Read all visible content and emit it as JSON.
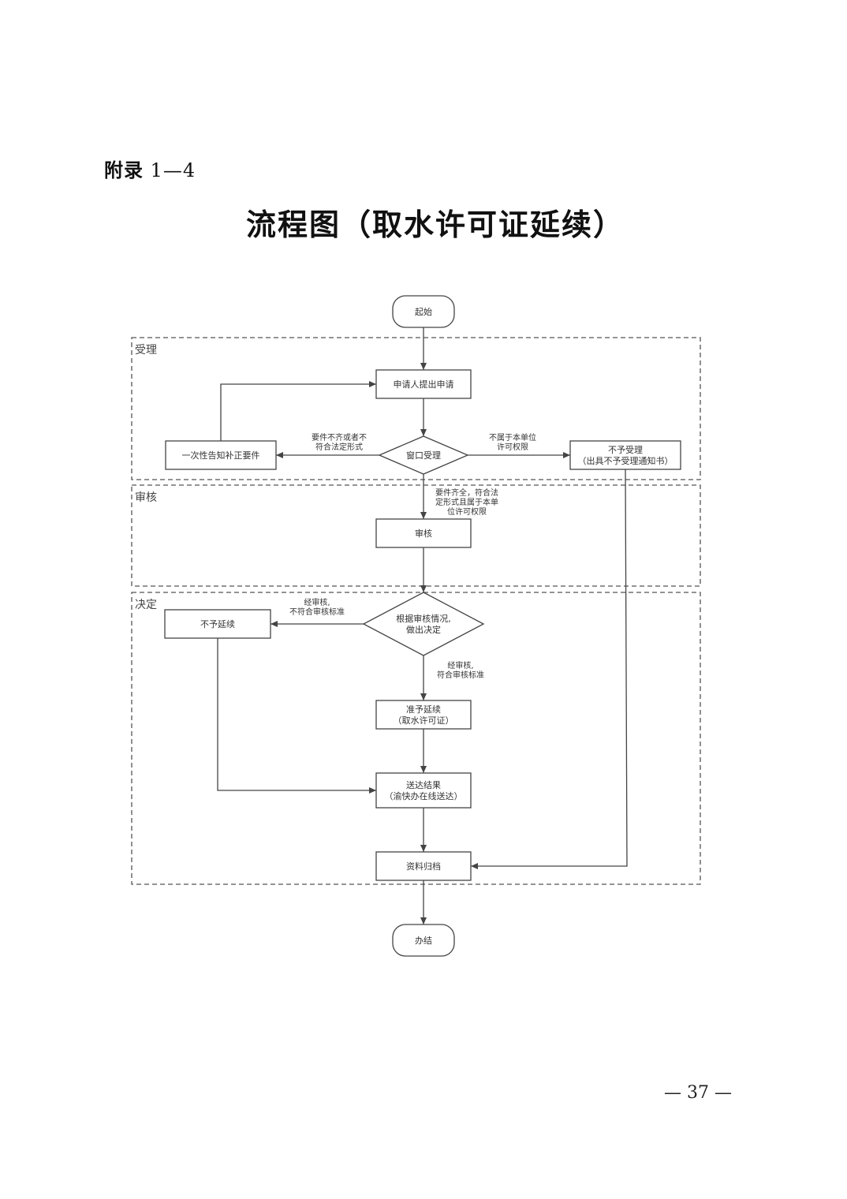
{
  "header": {
    "appendix_label_cn": "附录",
    "appendix_label_num": "1—4"
  },
  "title": "流程图（取水许可证延续）",
  "page_number": "— 37 —",
  "flowchart": {
    "lanes": [
      {
        "id": "accept",
        "label": "受理"
      },
      {
        "id": "review",
        "label": "审核"
      },
      {
        "id": "decide",
        "label": "决定"
      }
    ],
    "nodes": {
      "start": {
        "shape": "terminal",
        "lines": [
          "起始"
        ]
      },
      "apply": {
        "shape": "process",
        "lines": [
          "申请人提出申请"
        ]
      },
      "window": {
        "shape": "decision",
        "lines": [
          "窗口受理"
        ]
      },
      "notify": {
        "shape": "process",
        "lines": [
          "一次性告知补正要件"
        ]
      },
      "reject_accept": {
        "shape": "process",
        "lines": [
          "不予受理",
          "（出具不予受理通知书）"
        ]
      },
      "review": {
        "shape": "process",
        "lines": [
          "审核"
        ]
      },
      "decision": {
        "shape": "decision",
        "lines": [
          "根据审核情况,",
          "做出决定"
        ]
      },
      "deny_renew": {
        "shape": "process",
        "lines": [
          "不予延续"
        ]
      },
      "grant_renew": {
        "shape": "process",
        "lines": [
          "准予延续",
          "（取水许可证）"
        ]
      },
      "deliver": {
        "shape": "process",
        "lines": [
          "送达结果",
          "（渝快办在线送达）"
        ]
      },
      "archive": {
        "shape": "process",
        "lines": [
          "资料归档"
        ]
      },
      "end": {
        "shape": "terminal",
        "lines": [
          "办结"
        ]
      }
    },
    "edges": [
      {
        "from": "start",
        "to": "apply",
        "label": []
      },
      {
        "from": "apply",
        "to": "window",
        "label": []
      },
      {
        "from": "window",
        "to": "notify",
        "label": [
          "要件不齐或者不",
          "符合法定形式"
        ]
      },
      {
        "from": "notify",
        "to": "apply",
        "label": []
      },
      {
        "from": "window",
        "to": "reject_accept",
        "label": [
          "不属于本单位",
          "许可权限"
        ]
      },
      {
        "from": "window",
        "to": "review",
        "label": [
          "要件齐全，符合法",
          "定形式且属于本单",
          "位许可权限"
        ]
      },
      {
        "from": "review",
        "to": "decision",
        "label": []
      },
      {
        "from": "decision",
        "to": "deny_renew",
        "label": [
          "经审核,",
          "不符合审核标准"
        ]
      },
      {
        "from": "decision",
        "to": "grant_renew",
        "label": [
          "经审核,",
          "符合审核标准"
        ]
      },
      {
        "from": "grant_renew",
        "to": "deliver",
        "label": []
      },
      {
        "from": "deny_renew",
        "to": "deliver",
        "label": []
      },
      {
        "from": "deliver",
        "to": "archive",
        "label": []
      },
      {
        "from": "reject_accept",
        "to": "archive",
        "label": []
      },
      {
        "from": "archive",
        "to": "end",
        "label": []
      }
    ],
    "colors": {
      "stroke": "#444444",
      "lane_border": "#555555",
      "text": "#333333"
    }
  }
}
